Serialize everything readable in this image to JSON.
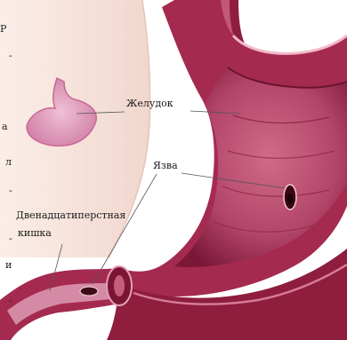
{
  "labels": {
    "stomach": "Желудок",
    "ulcer": "Язва",
    "duodenum_line1": "Двенадцатиперстная",
    "duodenum_line2": "кишка"
  },
  "edge_marks": [
    "Р",
    "-",
    "а",
    "л",
    "-",
    "-",
    "и",
    "-"
  ],
  "colors": {
    "skin": "#f6e4dd",
    "stomach_wall": "#a8264e",
    "stomach_inner": "#c25a78",
    "stomach_dark": "#5a1026",
    "small_stomach": "#e3a2c2",
    "background": "#ffffff"
  }
}
